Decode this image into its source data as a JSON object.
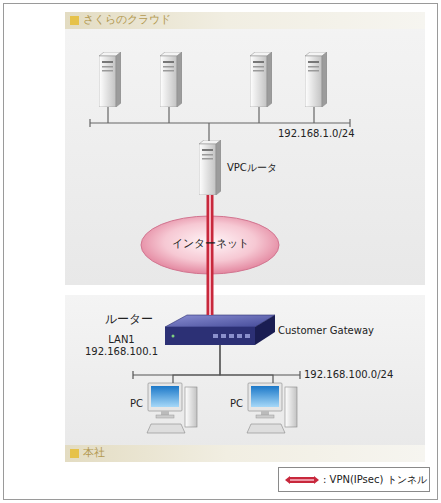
{
  "diagram": {
    "nodes": [
      {
        "text": [
          "さくらのクラウド"
        ]
      },
      {
        "text": [
          "VPCルータ"
        ],
        "in": 0
      },
      {
        "text": [
          "インターネット"
        ],
        "in": 0
      },
      {
        "text": [
          "本社"
        ]
      },
      {
        "text": [
          "ルーター",
          "LAN1 192.168.100.1",
          "Customer Gateway"
        ],
        "in": 3
      },
      {
        "text": [
          "PC"
        ],
        "in": 3
      },
      {
        "text": [
          "PC"
        ],
        "in": 3
      }
    ],
    "edges": [
      {
        "from": 1,
        "to": 2,
        "arrow": "none"
      },
      {
        "from": 2,
        "to": 4,
        "arrow": "none"
      },
      {
        "from": 4,
        "to": 5,
        "arrow": "none"
      },
      {
        "from": 4,
        "to": 6,
        "arrow": "none"
      }
    ],
    "labels": [
      "192.168.1.0/24",
      "192.168.100.0/24"
    ],
    "legend": [
      {
        "text": ": VPN(IPsec) トンネル"
      }
    ]
  }
}
